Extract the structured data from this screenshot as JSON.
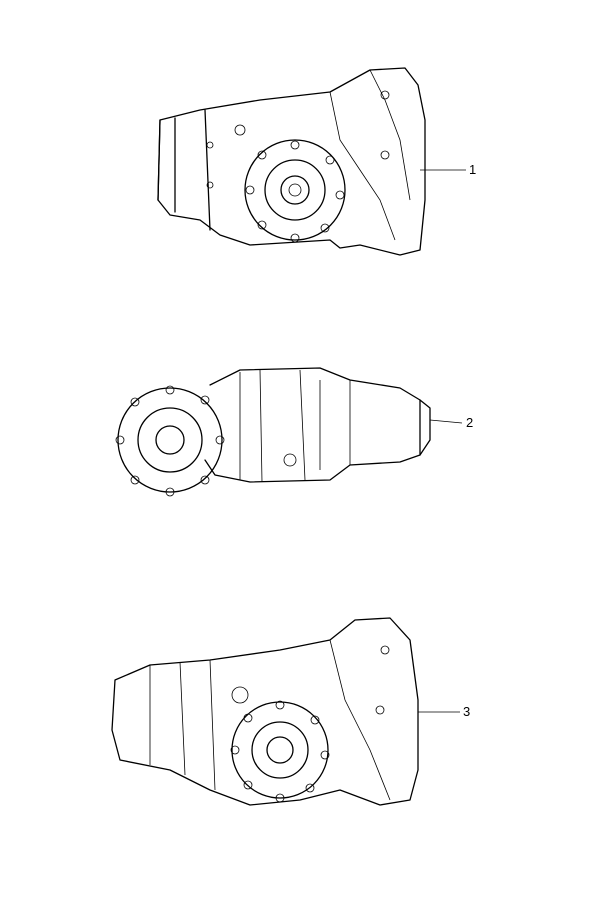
{
  "diagram": {
    "items": [
      {
        "number": "1"
      },
      {
        "number": "2"
      },
      {
        "number": "3"
      }
    ],
    "colors": {
      "line": "#000000",
      "background": "#ffffff"
    }
  }
}
